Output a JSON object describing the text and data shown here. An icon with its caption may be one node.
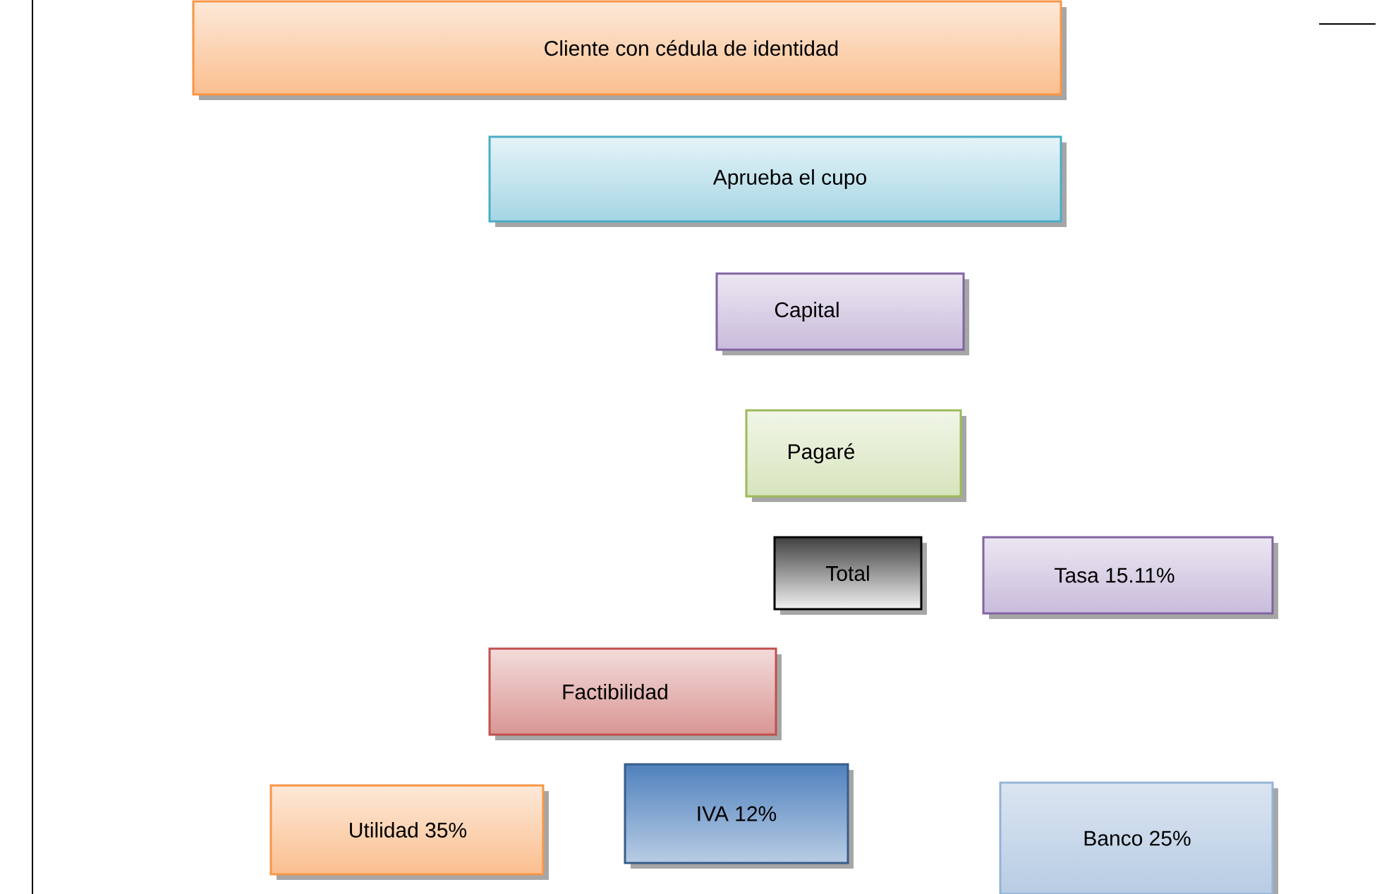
{
  "diagram": {
    "nodes": [
      {
        "text": [
          "Cliente con cédula de identidad"
        ]
      },
      {
        "text": [
          "Aprueba el cupo"
        ]
      },
      {
        "text": [
          "Capital"
        ]
      },
      {
        "text": [
          "Pagaré"
        ]
      },
      {
        "text": [
          "Total"
        ]
      },
      {
        "text": [
          "Tasa 15.11%"
        ]
      },
      {
        "text": [
          "Factibilidad"
        ]
      },
      {
        "text": [
          "Utilidad 35%"
        ]
      },
      {
        "text": [
          "IVA 12%"
        ]
      },
      {
        "text": [
          "Banco 25%"
        ]
      }
    ]
  }
}
